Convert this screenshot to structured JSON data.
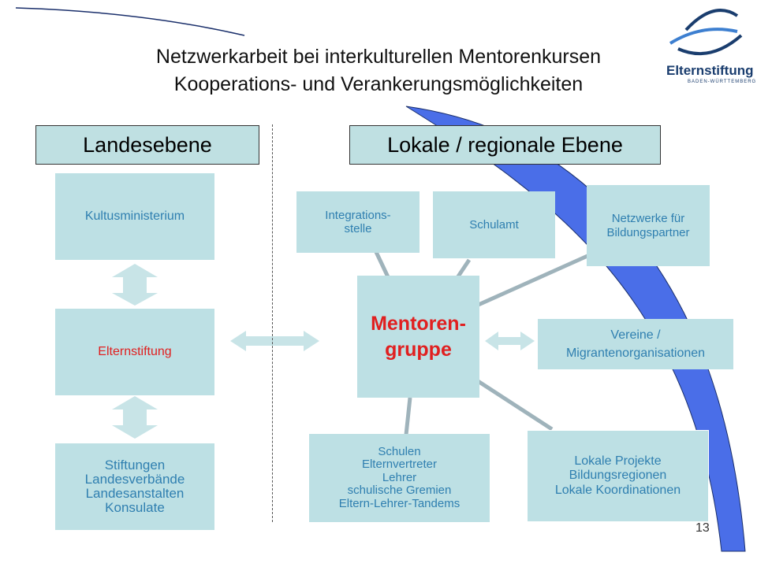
{
  "title": {
    "line1": "Netzwerkarbeit bei interkulturellen Mentorenkursen",
    "line2": "Kooperations- und Verankerungsmöglichkeiten"
  },
  "headers": {
    "left": "Landesebene",
    "right": "Lokale / regionale Ebene"
  },
  "left_column": {
    "kultus": "Kultusministerium",
    "eltern": "Elternstiftung",
    "stiftungen": "Stiftungen\nLandesverbände\nLandesanstalten\nKonsulate"
  },
  "center": "Mentoren-\ngruppe",
  "nodes": {
    "integration": "Integrations-\nstelle",
    "schulamt": "Schulamt",
    "netzwerke": "Netzwerke für\nBildungspartner",
    "vereine": "Vereine /\nMigrantenorganisationen",
    "schulen": "Schulen\nElternvertreter\nLehrer\nschulische Gremien\nEltern-Lehrer-Tandems",
    "lokale": "Lokale Projekte\nBildungsregionen\nLokale Koordinationen"
  },
  "logo": {
    "name": "Elternstiftung",
    "sub": "BADEN-WÜRTTEMBERG"
  },
  "page_number": "13",
  "colors": {
    "box_fill": "#bde0e4",
    "box_text": "#2f7fb0",
    "accent_red": "#e02020",
    "deco_blue": "#4a6ee8"
  }
}
